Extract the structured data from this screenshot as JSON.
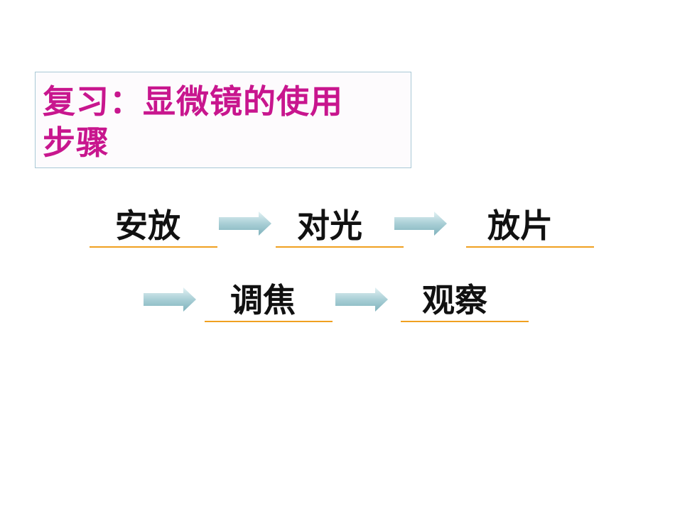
{
  "title": {
    "line1": "复习：显微镜的使用",
    "line2": "步骤"
  },
  "steps": [
    {
      "label": "安放"
    },
    {
      "label": "对光"
    },
    {
      "label": "放片"
    },
    {
      "label": "调焦"
    },
    {
      "label": "观察"
    }
  ],
  "colors": {
    "title": "#c8168e",
    "underline": "#f0a020",
    "arrow": "#a9cfd6"
  },
  "icons": [
    "right-arrow-icon"
  ]
}
